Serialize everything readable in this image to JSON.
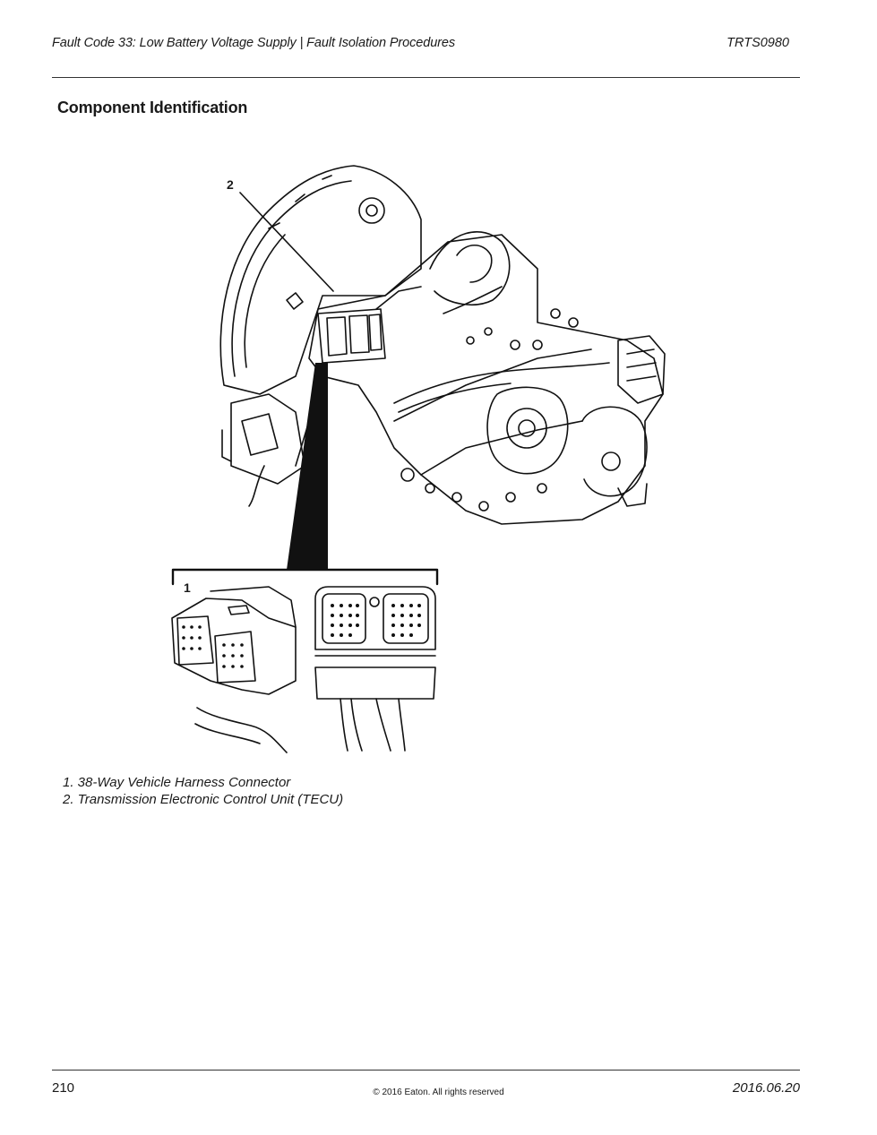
{
  "header": {
    "title": "Fault Code 33: Low Battery Voltage Supply | Fault Isolation Procedures",
    "doc_id": "TRTS0980"
  },
  "section": {
    "title": "Component Identification"
  },
  "figure": {
    "callouts": [
      "1",
      "2"
    ]
  },
  "legend": {
    "items": [
      "1. 38-Way Vehicle Harness Connector",
      "2. Transmission Electronic Control Unit (TECU)"
    ]
  },
  "footer": {
    "page_number": "210",
    "copyright": "© 2016 Eaton. All rights reserved",
    "date": "2016.06.20"
  }
}
